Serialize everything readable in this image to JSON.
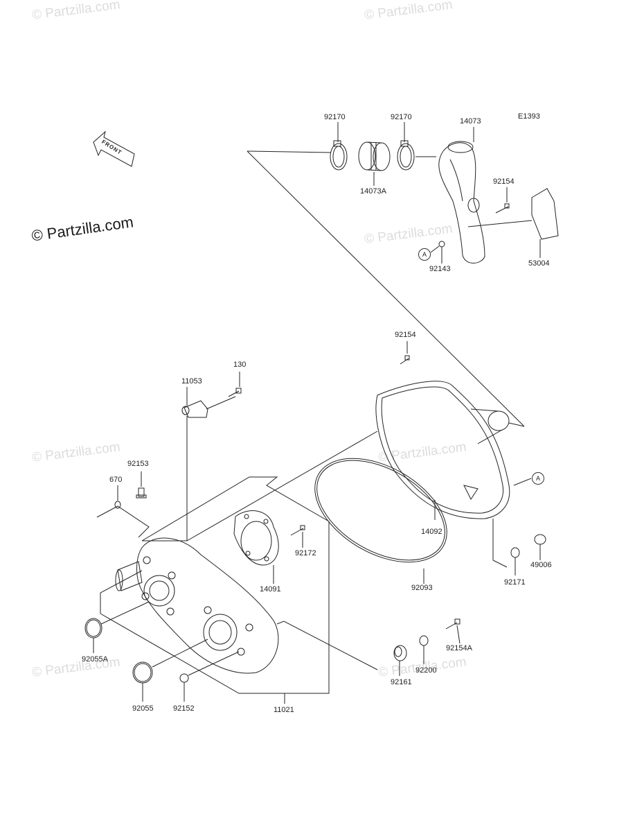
{
  "diagram_code": "E1393",
  "front_label": "FRONT",
  "copyright_main": "© Partzilla.com",
  "watermarks": [
    "© Partzilla.com",
    "© Partzilla.com",
    "© Partzilla.com",
    "© Partzilla.com",
    "© Partzilla.com",
    "© Partzilla.com",
    "© Partzilla.com"
  ],
  "callout_marker": "A",
  "parts": {
    "p92170_left": "92170",
    "p92170_right": "92170",
    "p14073": "14073",
    "p14073A": "14073A",
    "p92154_top": "92154",
    "p53004": "53004",
    "p92143": "92143",
    "p92154_mid": "92154",
    "p130": "130",
    "p11053": "11053",
    "p92153": "92153",
    "p670": "670",
    "p92172": "92172",
    "p14091": "14091",
    "p14092": "14092",
    "p49006": "49006",
    "p92171": "92171",
    "p92093": "92093",
    "p92154A": "92154A",
    "p92200": "92200",
    "p92161": "92161",
    "p92055A": "92055A",
    "p92055": "92055",
    "p92152": "92152",
    "p11021": "11021"
  }
}
